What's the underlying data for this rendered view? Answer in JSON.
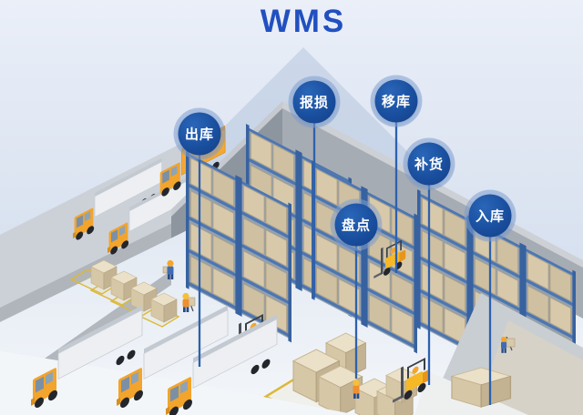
{
  "diagram": {
    "title": "WMS",
    "callouts": [
      {
        "id": "outbound",
        "label": "出库"
      },
      {
        "id": "damage-report",
        "label": "报损"
      },
      {
        "id": "transfer",
        "label": "移库"
      },
      {
        "id": "replenishment",
        "label": "补货"
      },
      {
        "id": "stocktake",
        "label": "盘点"
      },
      {
        "id": "inbound",
        "label": "入库"
      }
    ],
    "colors": {
      "title_blue": "#2150c0",
      "callout_blue": "#1a4f9f",
      "callout_halo": "rgba(128,158,208,0.55)",
      "callout_text": "#ffffff",
      "pin_blue": "#2d61ad",
      "sky_light": "#e9eef7",
      "sky_dark": "#ccd8ea",
      "wall_grey": "#a6acb3",
      "rack_steel": "#4c76b1",
      "box_beige": "#d8c9ab",
      "vehicle_yellow": "#f2a42c"
    }
  }
}
